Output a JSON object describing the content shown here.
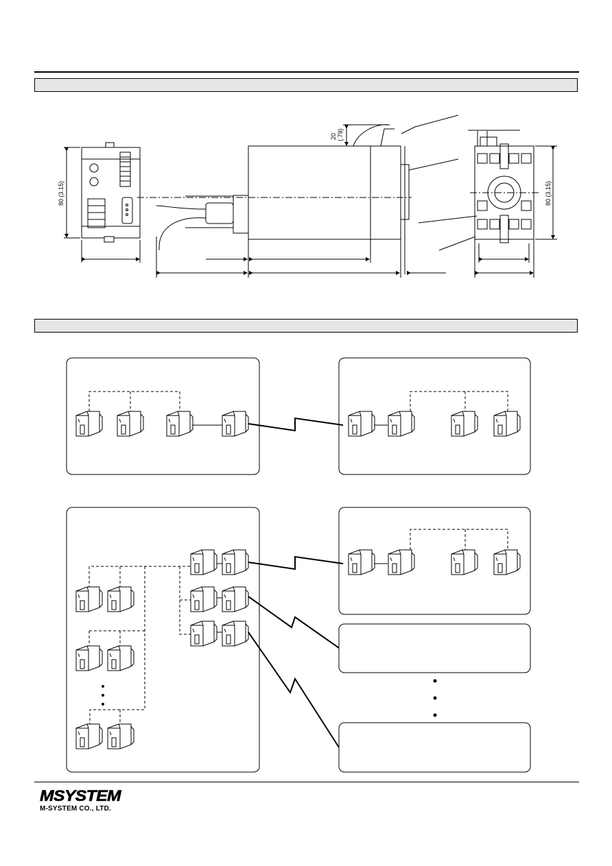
{
  "dimensions": {
    "front_height": "80 (3.15)",
    "socket_height": "80 (3.15)",
    "clearance_top": "20",
    "clearance_top_inch": "(.79)"
  },
  "footer": {
    "logo_text": "MSYSTEM",
    "company": "M-SYSTEM CO., LTD."
  }
}
